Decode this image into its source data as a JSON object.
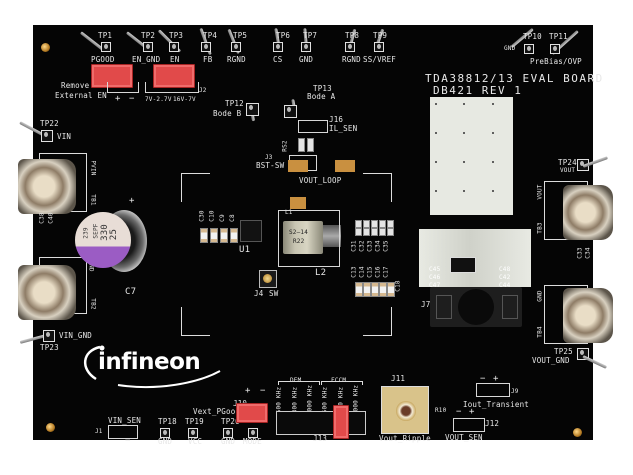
{
  "board": {
    "title": "TDA38812/13 EVAL BOARD",
    "revision": "DB421 REV 1",
    "brand": "infineon",
    "colors": {
      "pcb": "#050505",
      "silkscreen": "#e8e8e8",
      "jumper": "#e14a4a",
      "copper": "#c99040",
      "capacitor_band": "#9b5cc4"
    }
  },
  "test_points_top": [
    {
      "id": "TP1",
      "label": "PGOOD"
    },
    {
      "id": "TP2",
      "label": "EN_GND"
    },
    {
      "id": "TP3",
      "label": "EN"
    },
    {
      "id": "TP4",
      "label": "FB"
    },
    {
      "id": "TP5",
      "label": "RGND"
    },
    {
      "id": "TP6",
      "label": "CS"
    },
    {
      "id": "TP7",
      "label": "GND"
    },
    {
      "id": "TP8",
      "label": "RGND"
    },
    {
      "id": "TP9",
      "label": "SS/VREF"
    },
    {
      "id": "TP10",
      "label": "GND"
    },
    {
      "id": "TP11",
      "label": "PreBias/OVP"
    }
  ],
  "jumper_labels": {
    "remove_ext_en_line1": "Remove",
    "remove_ext_en_line2": "External EN",
    "plus": "+",
    "minus": "−",
    "j2": "J2",
    "j2_opt1": "7V-2.7V",
    "j2_opt2": "16V-7V"
  },
  "middle_labels": {
    "tp12": "TP12",
    "bode_b": "Bode B",
    "tp13": "TP13",
    "bode_a": "Bode A",
    "j16": "J16",
    "il_sen": "IL_SEN",
    "rs2": "RS2",
    "j3": "J3",
    "bst_sw": "BST-SW",
    "vout_loop": "VOUT_LOOP",
    "u1": "U1",
    "l1": "L1",
    "l2": "L2",
    "inductor_marking_1": "S2—14",
    "inductor_marking_2": "R22",
    "j4": "J4",
    "sw": "SW",
    "j7": "J7",
    "c18": "C18"
  },
  "left_labels": {
    "tp22": "TP22",
    "vin": "VIN",
    "pvin": "PVIN",
    "gnd": "GND",
    "tb1": "TB1",
    "tb2": "TB2",
    "c7": "C7",
    "c7_plus": "+",
    "c7_marking": [
      "239",
      "SEPF",
      "330",
      "25"
    ],
    "vin_gnd": "VIN_GND",
    "tp23": "TP23",
    "c38": "C38",
    "c40": "C40"
  },
  "right_labels": {
    "tp24": "TP24",
    "vout": "VOUT",
    "tb3": "TB3",
    "tb4": "TB4",
    "gnd": "GND",
    "tp25": "TP25",
    "vout_gnd": "VOUT_GND",
    "c33": "C33",
    "c34": "C34"
  },
  "capacitors_top_row": [
    "C31",
    "C32",
    "C33",
    "C34",
    "C35"
  ],
  "capacitors_bottom_row": [
    "C13",
    "C14",
    "C15",
    "C16",
    "C17"
  ],
  "capacitors_left": [
    "C30",
    "C10",
    "C9",
    "C8"
  ],
  "capacitors_j7": [
    "C45",
    "C46",
    "C47",
    "C48",
    "C42",
    "C44"
  ],
  "bottom_labels": {
    "vin_sen": "VIN_SEN",
    "j1": "J1",
    "plus": "+",
    "minus": "−",
    "tp18": "TP18",
    "tp18_label": "GND",
    "tp19": "TP19",
    "tp19_label": "VCC",
    "vext_pgood": "Vext_PGood",
    "tp20": "TP20",
    "tp20_label": "GND",
    "j10": "J10",
    "tp21_label": "MODE",
    "dem": "DEM",
    "fccm": "FCCM",
    "freq_options": [
      "500 KHz",
      "800 KHz",
      "1000 KHz",
      "500 KHz",
      "800 KHz",
      "1000 KHz"
    ],
    "j13": "J13",
    "j11": "J11",
    "vout_ripple": "Vout_Ripple",
    "r10": "R10",
    "j9": "J9",
    "iout_transient": "Iout_Transient",
    "j12": "J12",
    "vout_sen": "VOUT_SEN"
  }
}
